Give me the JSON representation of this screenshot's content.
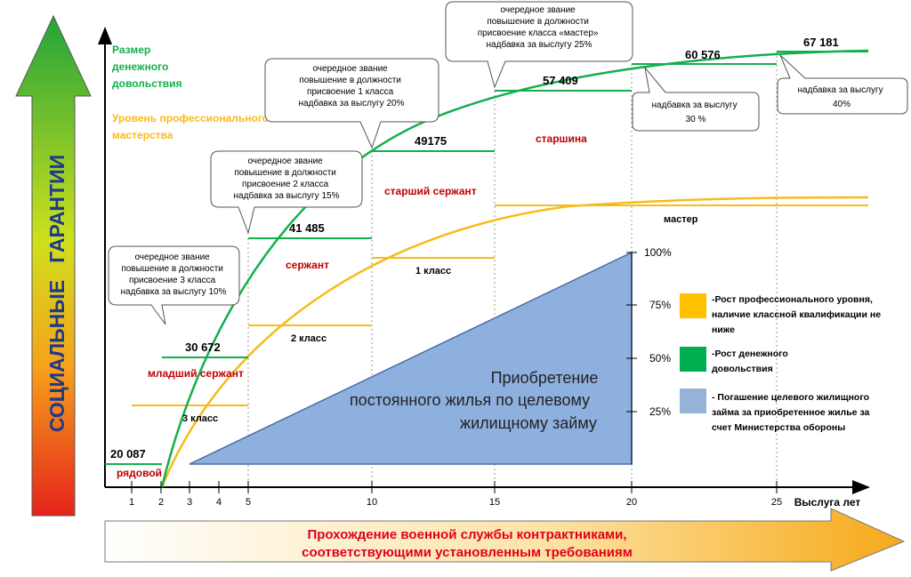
{
  "side_label": "СОЦИАЛЬНЫЕ   ГАРАНТИИ",
  "bottom_banner": {
    "line1": "Прохождение военной службы контрактниками,",
    "line2": "соответствующими установленным требованиям"
  },
  "legend_top": {
    "pay_title_1": "Размер",
    "pay_title_2": "денежного",
    "pay_title_3": "довольствия",
    "prof_title_1": "Уровень профессионального",
    "prof_title_2": "мастерства"
  },
  "x_axis": {
    "title": "Выслуга лет",
    "ticks": [
      "1",
      "2",
      "3",
      "4",
      "5",
      "10",
      "15",
      "20",
      "25"
    ]
  },
  "triangle_axis": {
    "ticks": [
      "100%",
      "75%",
      "50%",
      "25%"
    ]
  },
  "triangle_text": {
    "line1": "Приобретение",
    "line2": "постоянного жилья по целевому",
    "line3": "жилищному займу"
  },
  "pay_levels": [
    {
      "value": "20 087",
      "rank": "рядовой"
    },
    {
      "value": "30 672",
      "rank": "младший сержант"
    },
    {
      "value": "41 485",
      "rank": "сержант"
    },
    {
      "value": "49175",
      "rank": "старший сержант"
    },
    {
      "value": "57 409",
      "rank": "старшина"
    },
    {
      "value": "60 576",
      "rank": ""
    },
    {
      "value": "67 181",
      "rank": ""
    }
  ],
  "class_labels": [
    "3 класс",
    "2 класс",
    "1 класс",
    "мастер"
  ],
  "callouts": [
    {
      "lines": [
        "очередное звание",
        "повышение в должности",
        "присвоение 3 класса",
        "надбавка за выслугу 10%"
      ]
    },
    {
      "lines": [
        "очередное звание",
        "повышение в  должности",
        "присвоение 2 класса",
        "надбавка за выслугу 15%"
      ]
    },
    {
      "lines": [
        "очередное звание",
        "повышение в должности",
        "присвоение 1 класса",
        "надбавка за выслугу 20%"
      ]
    },
    {
      "lines": [
        "очередное звание",
        "повышение в должности",
        "присвоение  класса «мастер»",
        "надбавка за выслугу 25%"
      ]
    },
    {
      "lines": [
        "надбавка за выслугу",
        "30 %"
      ]
    },
    {
      "lines": [
        "надбавка за выслугу",
        "40%"
      ]
    }
  ],
  "legend": [
    {
      "color": "#ffc000",
      "lines": [
        "-Рост профессионального уровня,",
        "наличие классной квалификации не",
        "ниже"
      ]
    },
    {
      "color": "#00b050",
      "lines": [
        "-Рост денежного",
        "довольствия"
      ]
    },
    {
      "color": "#95b3d7",
      "lines": [
        "-  Погашение целевого жилищного",
        "займа за приобретенное жилье за",
        "счет Министерства обороны"
      ]
    }
  ],
  "colors": {
    "pay": "#12b04c",
    "prof": "#f7bb1a",
    "triangle": "#8eb0de",
    "rank_text": "#c00000",
    "banner_text": "#e0001b"
  }
}
